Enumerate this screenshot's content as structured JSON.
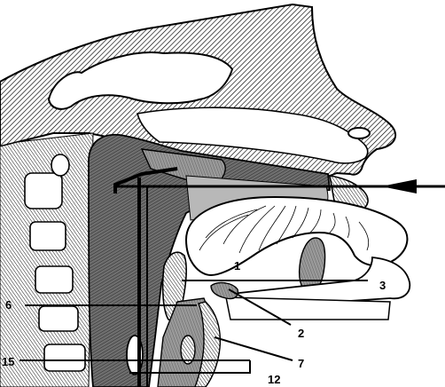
{
  "figure": {
    "labels": {
      "l1": "1",
      "l2": "2",
      "l3": "3",
      "l6": "6",
      "l7": "7",
      "l12": "12",
      "l15": "15"
    },
    "colors": {
      "ink": "#000000",
      "paper": "#ffffff",
      "shade": "#8c8c8c"
    }
  }
}
